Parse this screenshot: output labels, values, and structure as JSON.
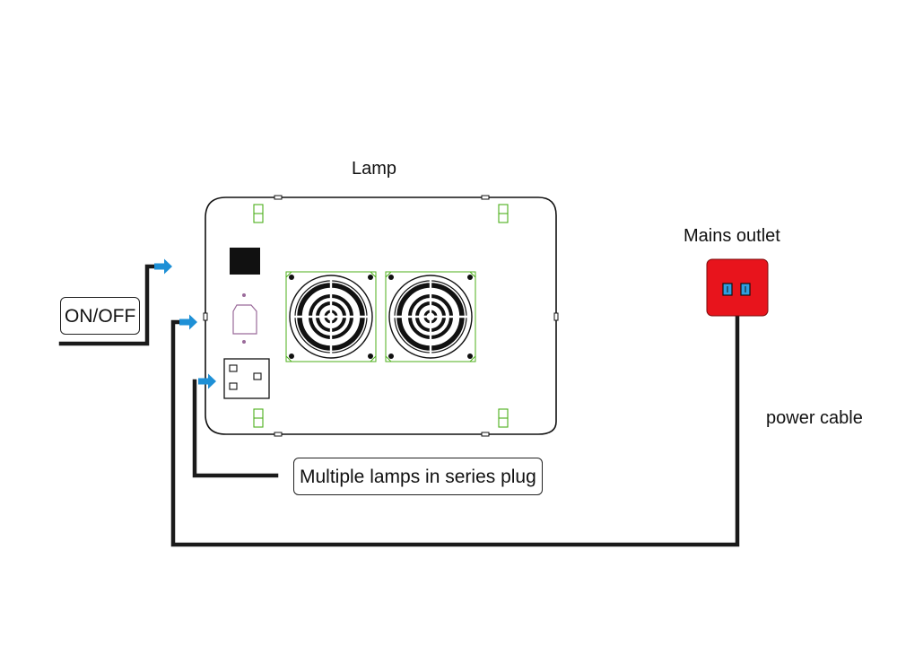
{
  "labels": {
    "lamp": "Lamp",
    "mains_outlet": "Mains outlet",
    "power_cable": "power cable",
    "on_off": "ON/OFF",
    "series_plug": "Multiple lamps in series plug"
  },
  "colors": {
    "cable": "#1a1a1a",
    "arrow": "#1e90d6",
    "outlet": "#e8141c",
    "outlet_slot": "#2f9fe0",
    "fan_frame": "#4caf1a",
    "switch": "#111111",
    "ac_socket": "#9a6a9a"
  },
  "icons": {
    "switch": "rocker-switch-icon",
    "power_socket": "iec-power-inlet-icon",
    "series_socket": "uk-socket-icon",
    "fan": "cooling-fan-icon",
    "outlet": "wall-outlet-icon",
    "arrow": "arrow-right-icon"
  }
}
